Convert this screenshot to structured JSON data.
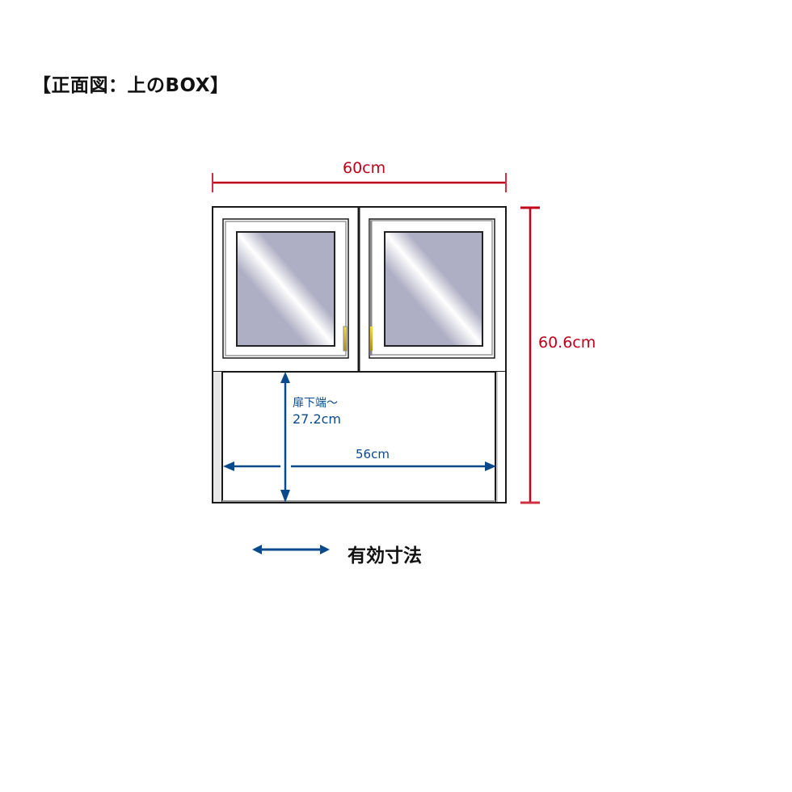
{
  "title": "【正面図：上のBOX】",
  "dimensions": {
    "width_total": "60cm",
    "height_total": "60.6cm",
    "inner_width": "56cm",
    "door_bottom_label": "扉下端～",
    "door_bottom_value": "27.2cm"
  },
  "legend": {
    "arrow_meaning": "有効寸法"
  },
  "colors": {
    "outer_dimension": "#c0001a",
    "effective_dimension": "#0a4a8c",
    "glass": "#aeaec4",
    "handle": "#e0c020",
    "frame": "#222222"
  }
}
